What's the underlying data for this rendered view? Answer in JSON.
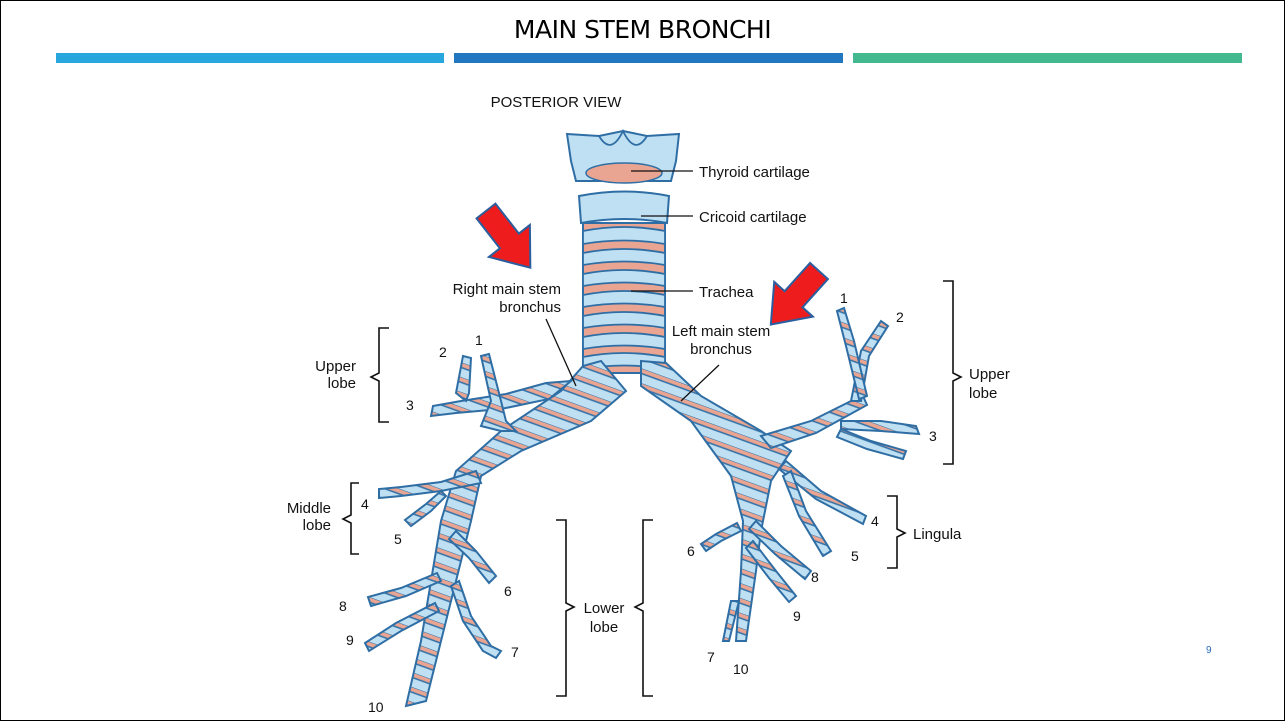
{
  "slide": {
    "title": "MAIN STEM BRONCHI",
    "page_number": "9",
    "bar_colors": [
      "#27a7de",
      "#2178c1",
      "#43b98f"
    ]
  },
  "diagram": {
    "view_label": "POSTERIOR VIEW",
    "labels": {
      "thyroid": "Thyroid cartilage",
      "cricoid": "Cricoid cartilage",
      "trachea": "Trachea",
      "right_main_1": "Right main stem",
      "right_main_2": "bronchus",
      "left_main_1": "Left main stem",
      "left_main_2": "bronchus",
      "right_upper_1": "Upper",
      "right_upper_2": "lobe",
      "right_middle_1": "Middle",
      "right_middle_2": "lobe",
      "lower_1": "Lower",
      "lower_2": "lobe",
      "left_upper_1": "Upper",
      "left_upper_2": "lobe",
      "lingula": "Lingula"
    },
    "segments_right": [
      "1",
      "2",
      "3",
      "4",
      "5",
      "6",
      "7",
      "8",
      "9",
      "10"
    ],
    "segments_left": [
      "1",
      "2",
      "3",
      "4",
      "5",
      "6",
      "7",
      "8",
      "9",
      "10"
    ],
    "colors": {
      "airway_fill": "#bfe0f2",
      "airway_stroke": "#2f6ea5",
      "cartilage_pink": "#e9a592",
      "arrow_red": "#ee1c1c",
      "arrow_outline": "#2b5e9e"
    }
  }
}
